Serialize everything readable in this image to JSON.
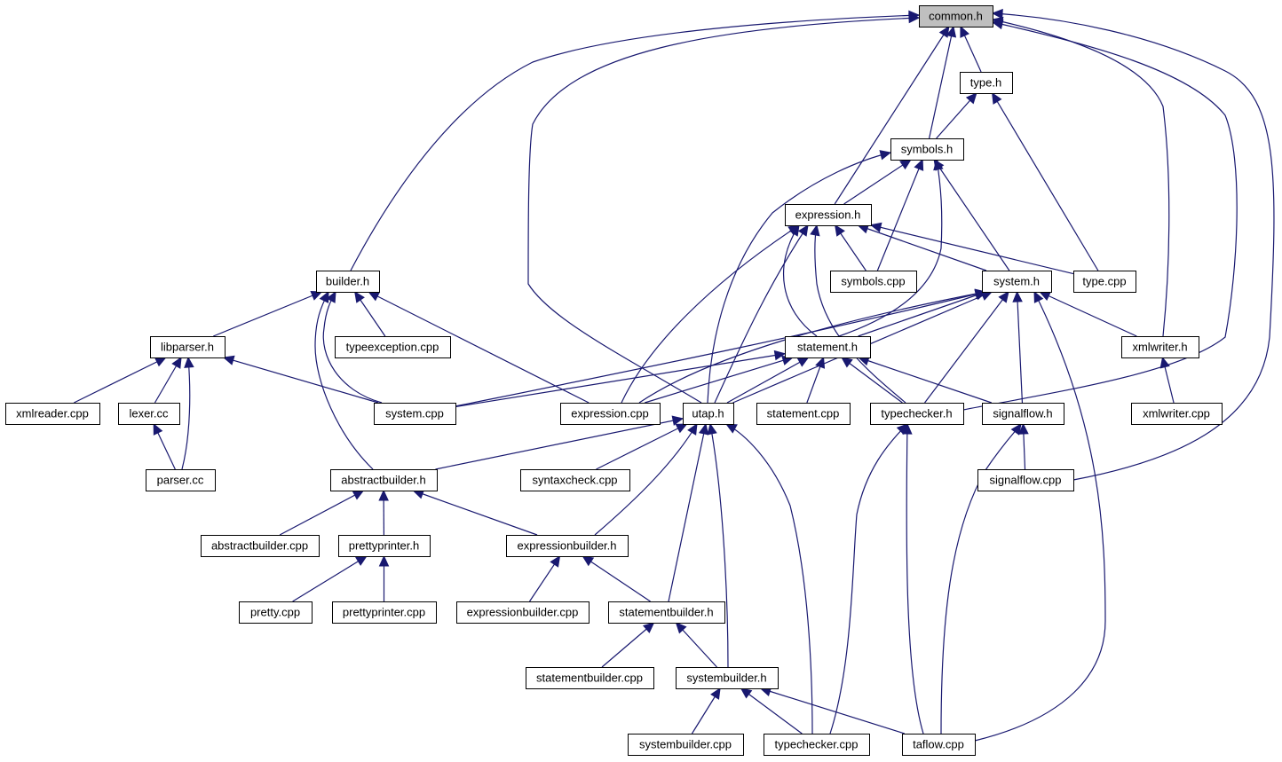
{
  "graph": {
    "root": "common.h",
    "nodes": [
      {
        "id": "common_h",
        "label": "common.h",
        "root": true
      },
      {
        "id": "type_h",
        "label": "type.h"
      },
      {
        "id": "symbols_h",
        "label": "symbols.h"
      },
      {
        "id": "expression_h",
        "label": "expression.h"
      },
      {
        "id": "builder_h",
        "label": "builder.h"
      },
      {
        "id": "symbols_cpp",
        "label": "symbols.cpp"
      },
      {
        "id": "system_h",
        "label": "system.h"
      },
      {
        "id": "type_cpp",
        "label": "type.cpp"
      },
      {
        "id": "libparser_h",
        "label": "libparser.h"
      },
      {
        "id": "typeexception_cpp",
        "label": "typeexception.cpp"
      },
      {
        "id": "statement_h",
        "label": "statement.h"
      },
      {
        "id": "xmlwriter_h",
        "label": "xmlwriter.h"
      },
      {
        "id": "xmlreader_cpp",
        "label": "xmlreader.cpp"
      },
      {
        "id": "lexer_cc",
        "label": "lexer.cc"
      },
      {
        "id": "system_cpp",
        "label": "system.cpp"
      },
      {
        "id": "expression_cpp",
        "label": "expression.cpp"
      },
      {
        "id": "utap_h",
        "label": "utap.h"
      },
      {
        "id": "statement_cpp",
        "label": "statement.cpp"
      },
      {
        "id": "typechecker_h",
        "label": "typechecker.h"
      },
      {
        "id": "signalflow_h",
        "label": "signalflow.h"
      },
      {
        "id": "xmlwriter_cpp",
        "label": "xmlwriter.cpp"
      },
      {
        "id": "parser_cc",
        "label": "parser.cc"
      },
      {
        "id": "abstractbuilder_h",
        "label": "abstractbuilder.h"
      },
      {
        "id": "syntaxcheck_cpp",
        "label": "syntaxcheck.cpp"
      },
      {
        "id": "signalflow_cpp",
        "label": "signalflow.cpp"
      },
      {
        "id": "abstractbuilder_cpp",
        "label": "abstractbuilder.cpp"
      },
      {
        "id": "prettyprinter_h",
        "label": "prettyprinter.h"
      },
      {
        "id": "expressionbuilder_h",
        "label": "expressionbuilder.h"
      },
      {
        "id": "pretty_cpp",
        "label": "pretty.cpp"
      },
      {
        "id": "prettyprinter_cpp",
        "label": "prettyprinter.cpp"
      },
      {
        "id": "expressionbuilder_cpp",
        "label": "expressionbuilder.cpp"
      },
      {
        "id": "statementbuilder_h",
        "label": "statementbuilder.h"
      },
      {
        "id": "statementbuilder_cpp",
        "label": "statementbuilder.cpp"
      },
      {
        "id": "systembuilder_h",
        "label": "systembuilder.h"
      },
      {
        "id": "systembuilder_cpp",
        "label": "systembuilder.cpp"
      },
      {
        "id": "typechecker_cpp",
        "label": "typechecker.cpp"
      },
      {
        "id": "taflow_cpp",
        "label": "taflow.cpp"
      }
    ],
    "edges": [
      {
        "from": "type_h",
        "to": "common_h"
      },
      {
        "from": "symbols_h",
        "to": "common_h"
      },
      {
        "from": "expression_h",
        "to": "common_h"
      },
      {
        "from": "builder_h",
        "to": "common_h"
      },
      {
        "from": "utap_h",
        "to": "common_h"
      },
      {
        "from": "xmlwriter_h",
        "to": "common_h"
      },
      {
        "from": "typechecker_h",
        "to": "common_h"
      },
      {
        "from": "signalflow_cpp",
        "to": "common_h"
      },
      {
        "from": "symbols_h",
        "to": "type_h"
      },
      {
        "from": "type_cpp",
        "to": "type_h"
      },
      {
        "from": "expression_h",
        "to": "symbols_h"
      },
      {
        "from": "symbols_cpp",
        "to": "symbols_h"
      },
      {
        "from": "system_h",
        "to": "symbols_h"
      },
      {
        "from": "statement_h",
        "to": "symbols_h"
      },
      {
        "from": "utap_h",
        "to": "symbols_h"
      },
      {
        "from": "symbols_cpp",
        "to": "expression_h"
      },
      {
        "from": "system_h",
        "to": "expression_h"
      },
      {
        "from": "type_cpp",
        "to": "expression_h"
      },
      {
        "from": "statement_h",
        "to": "expression_h"
      },
      {
        "from": "expression_cpp",
        "to": "expression_h"
      },
      {
        "from": "utap_h",
        "to": "expression_h"
      },
      {
        "from": "typechecker_h",
        "to": "expression_h"
      },
      {
        "from": "libparser_h",
        "to": "builder_h"
      },
      {
        "from": "typeexception_cpp",
        "to": "builder_h"
      },
      {
        "from": "system_cpp",
        "to": "builder_h"
      },
      {
        "from": "expression_cpp",
        "to": "builder_h"
      },
      {
        "from": "abstractbuilder_h",
        "to": "builder_h"
      },
      {
        "from": "statement_h",
        "to": "system_h"
      },
      {
        "from": "xmlwriter_h",
        "to": "system_h"
      },
      {
        "from": "system_cpp",
        "to": "system_h"
      },
      {
        "from": "expression_cpp",
        "to": "system_h"
      },
      {
        "from": "utap_h",
        "to": "system_h"
      },
      {
        "from": "typechecker_h",
        "to": "system_h"
      },
      {
        "from": "signalflow_h",
        "to": "system_h"
      },
      {
        "from": "taflow_cpp",
        "to": "system_h"
      },
      {
        "from": "xmlreader_cpp",
        "to": "libparser_h"
      },
      {
        "from": "lexer_cc",
        "to": "libparser_h"
      },
      {
        "from": "system_cpp",
        "to": "libparser_h"
      },
      {
        "from": "parser_cc",
        "to": "libparser_h"
      },
      {
        "from": "system_cpp",
        "to": "statement_h"
      },
      {
        "from": "expression_cpp",
        "to": "statement_h"
      },
      {
        "from": "utap_h",
        "to": "statement_h"
      },
      {
        "from": "statement_cpp",
        "to": "statement_h"
      },
      {
        "from": "typechecker_h",
        "to": "statement_h"
      },
      {
        "from": "signalflow_h",
        "to": "statement_h"
      },
      {
        "from": "xmlwriter_cpp",
        "to": "xmlwriter_h"
      },
      {
        "from": "parser_cc",
        "to": "lexer_cc"
      },
      {
        "from": "abstractbuilder_h",
        "to": "utap_h"
      },
      {
        "from": "syntaxcheck_cpp",
        "to": "utap_h"
      },
      {
        "from": "expressionbuilder_h",
        "to": "utap_h"
      },
      {
        "from": "statementbuilder_h",
        "to": "utap_h"
      },
      {
        "from": "systembuilder_h",
        "to": "utap_h"
      },
      {
        "from": "typechecker_cpp",
        "to": "utap_h"
      },
      {
        "from": "typechecker_cpp",
        "to": "typechecker_h"
      },
      {
        "from": "taflow_cpp",
        "to": "typechecker_h"
      },
      {
        "from": "signalflow_cpp",
        "to": "signalflow_h"
      },
      {
        "from": "taflow_cpp",
        "to": "signalflow_h"
      },
      {
        "from": "abstractbuilder_cpp",
        "to": "abstractbuilder_h"
      },
      {
        "from": "prettyprinter_h",
        "to": "abstractbuilder_h"
      },
      {
        "from": "expressionbuilder_h",
        "to": "abstractbuilder_h"
      },
      {
        "from": "pretty_cpp",
        "to": "prettyprinter_h"
      },
      {
        "from": "prettyprinter_cpp",
        "to": "prettyprinter_h"
      },
      {
        "from": "expressionbuilder_cpp",
        "to": "expressionbuilder_h"
      },
      {
        "from": "statementbuilder_h",
        "to": "expressionbuilder_h"
      },
      {
        "from": "statementbuilder_cpp",
        "to": "statementbuilder_h"
      },
      {
        "from": "systembuilder_h",
        "to": "statementbuilder_h"
      },
      {
        "from": "systembuilder_cpp",
        "to": "systembuilder_h"
      },
      {
        "from": "typechecker_cpp",
        "to": "systembuilder_h"
      },
      {
        "from": "taflow_cpp",
        "to": "systembuilder_h"
      }
    ]
  },
  "colors": {
    "edge": "#191970",
    "root_fill": "#bfbfbf",
    "node_fill": "#ffffff",
    "node_border": "#000000"
  }
}
